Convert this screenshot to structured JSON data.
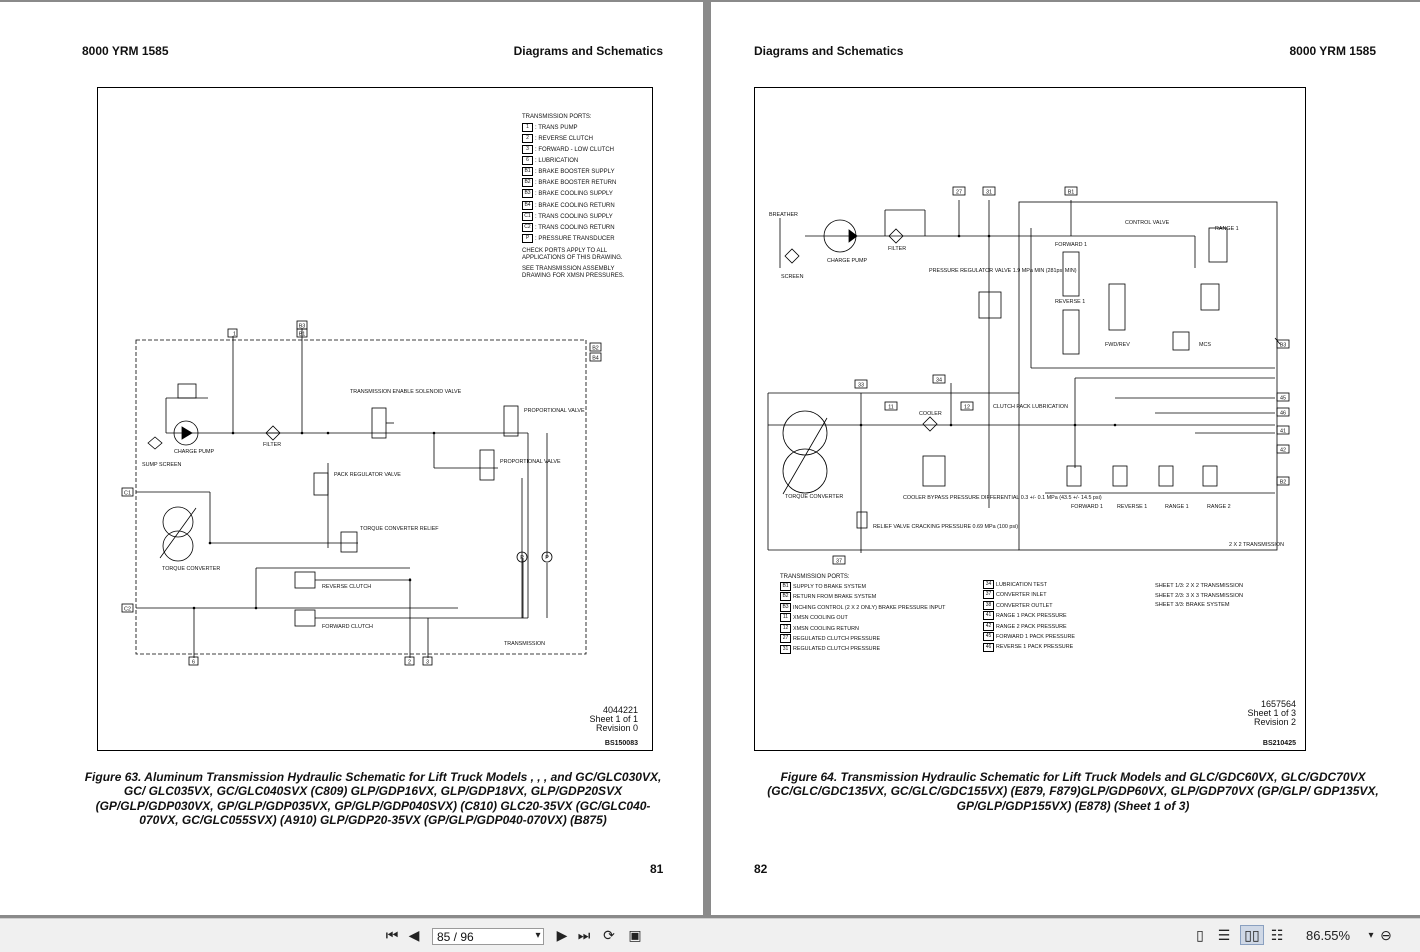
{
  "left_page": {
    "header_left": "8000 YRM 1585",
    "header_right": "Diagrams and Schematics",
    "legend_title": "TRANSMISSION PORTS:",
    "legend": [
      {
        "code": "1",
        "text": ": TRANS PUMP"
      },
      {
        "code": "2",
        "text": ": REVERSE CLUTCH"
      },
      {
        "code": "3",
        "text": ": FORWARD - LOW CLUTCH"
      },
      {
        "code": "6",
        "text": ": LUBRICATION"
      },
      {
        "code": "B1",
        "text": ": BRAKE BOOSTER SUPPLY"
      },
      {
        "code": "B2",
        "text": ": BRAKE BOOSTER RETURN"
      },
      {
        "code": "B3",
        "text": ": BRAKE COOLING SUPPLY"
      },
      {
        "code": "B4",
        "text": ": BRAKE COOLING RETURN"
      },
      {
        "code": "C1",
        "text": ": TRANS COOLING SUPPLY"
      },
      {
        "code": "C2",
        "text": ": TRANS COOLING RETURN"
      },
      {
        "code": "P",
        "text": ": PRESSURE TRANSDUCER"
      }
    ],
    "note1": "CHECK PORTS APPLY TO ALL APPLICATIONS OF THIS DRAWING.",
    "note2": "SEE TRANSMISSION ASSEMBLY DRAWING FOR XMSN PRESSURES.",
    "labels": {
      "sump": "SUMP SCREEN",
      "pump": "CHARGE PUMP",
      "filter": "FILTER",
      "tesv": "TRANSMISSION ENABLE SOLENOID VALVE",
      "prop1": "PROPORTIONAL VALVE",
      "prop2": "PROPORTIONAL VALVE",
      "prv": "PACK REGULATOR VALVE",
      "tcr": "TORQUE CONVERTER RELIEF",
      "tc": "TORQUE CONVERTER",
      "rev": "REVERSE CLUTCH",
      "fwd": "FORWARD CLUTCH",
      "trans": "TRANSMISSION"
    },
    "ports": {
      "p1": "1",
      "b3": "B3",
      "b1": "B1",
      "b2": "B2",
      "b4": "B4",
      "c1": "C1",
      "c2": "C2",
      "p6": "6",
      "p2": "2",
      "p3": "3",
      "pt": "P"
    },
    "stamp": [
      "4044221",
      "Sheet 1 of 1",
      "Revision 0"
    ],
    "code": "BS150083",
    "caption": "Figure 63. Aluminum Transmission Hydraulic Schematic for Lift Truck Models , , , and GC/GLC030VX, GC/ GLC035VX, GC/GLC040SVX (C809) GLP/GDP16VX, GLP/GDP18VX, GLP/GDP20SVX (GP/GLP/GDP030VX, GP/GLP/GDP035VX, GP/GLP/GDP040SVX) (C810) GLC20-35VX (GC/GLC040-070VX, GC/GLC055SVX) (A910) GLP/GDP20-35VX (GP/GLP/GDP040-070VX) (B875)",
    "page_number": "81"
  },
  "right_page": {
    "header_left": "Diagrams and Schematics",
    "header_right": "8000 YRM 1585",
    "labels": {
      "breather": "BREATHER",
      "screen": "SCREEN",
      "pump": "CHARGE PUMP",
      "filter": "FILTER",
      "prv": "PRESSURE REGULATOR VALVE 1.9 MPa MIN (281psi MIN)",
      "control": "CONTROL VALVE",
      "fwd1": "FORWARD 1",
      "rev1": "REVERSE 1",
      "range1": "RANGE 1",
      "fwdrev": "FWD/REV",
      "mcs": "MCS",
      "cooler": "COOLER",
      "clutchlube": "CLUTCH PACK LUBRICATION",
      "tc": "TORQUE CONVERTER",
      "bypass": "COOLER BYPASS PRESSURE DIFFERENTIAL 0.3 +/- 0.1 MPa (43.5 +/- 14.5 psi)",
      "relief": "RELIEF VALVE CRACKING PRESSURE 0.69 MPa (100 psi)",
      "b_fwd1": "FORWARD 1",
      "b_rev1": "REVERSE 1",
      "b_range1": "RANGE 1",
      "b_range2": "RANGE 2",
      "trans": "2 X 2 TRANSMISSION"
    },
    "ports": {
      "p27": "27",
      "p31": "31",
      "b1": "B1",
      "p33": "33",
      "p34": "34",
      "p11": "11",
      "p12": "12",
      "p37": "37",
      "b3": "B3",
      "p45": "45",
      "p46": "46",
      "p41": "41",
      "p42": "42",
      "b2": "B2"
    },
    "legend_title": "TRANSMISSION PORTS:",
    "legend_a": [
      {
        "code": "B1",
        "text": "SUPPLY TO BRAKE SYSTEM"
      },
      {
        "code": "B2",
        "text": "RETURN FROM BRAKE SYSTEM"
      },
      {
        "code": "B3",
        "text": "INCHING CONTROL (2 X 2 ONLY) BRAKE PRESSURE INPUT"
      },
      {
        "code": "11",
        "text": "XMSN COOLING OUT"
      },
      {
        "code": "12",
        "text": "XMSN COOLING RETURN"
      },
      {
        "code": "27",
        "text": "REGULATED CLUTCH PRESSURE"
      },
      {
        "code": "31",
        "text": "REGULATED CLUTCH PRESSURE"
      }
    ],
    "legend_b": [
      {
        "code": "34",
        "text": "LUBRICATION TEST"
      },
      {
        "code": "37",
        "text": "CONVERTER INLET"
      },
      {
        "code": "38",
        "text": "CONVERTER OUTLET"
      },
      {
        "code": "41",
        "text": "RANGE 1 PACK PRESSURE"
      },
      {
        "code": "42",
        "text": "RANGE 2 PACK PRESSURE"
      },
      {
        "code": "45",
        "text": "FORWARD 1 PACK PRESSURE"
      },
      {
        "code": "46",
        "text": "REVERSE 1 PACK PRESSURE"
      }
    ],
    "sheets": [
      "SHEET 1/3: 2 X 2 TRANSMISSION",
      "SHEET 2/3: 3 X 3 TRANSMISSION",
      "SHEET 3/3: BRAKE SYSTEM"
    ],
    "stamp": [
      "1657564",
      "Sheet 1 of 3",
      "Revision 2"
    ],
    "code": "BS210425",
    "caption": "Figure 64. Transmission Hydraulic Schematic for Lift Truck Models and GLC/GDC60VX, GLC/GDC70VX (GC/GLC/GDC135VX, GC/GLC/GDC155VX) (E879, F879)GLP/GDP60VX, GLP/GDP70VX (GP/GLP/ GDP135VX, GP/GLP/GDP155VX) (E878) (Sheet 1 of 3)",
    "page_number": "82"
  },
  "toolbar": {
    "page_field": "85 / 96",
    "zoom": "86.55%",
    "icons": [
      "first-page-icon",
      "prev-page-icon",
      "next-page-icon",
      "last-page-icon",
      "rotate-icon",
      "snapshot-icon",
      "single-page-icon",
      "continuous-icon",
      "facing-icon",
      "continuous-facing-icon",
      "zoom-out-icon"
    ]
  }
}
